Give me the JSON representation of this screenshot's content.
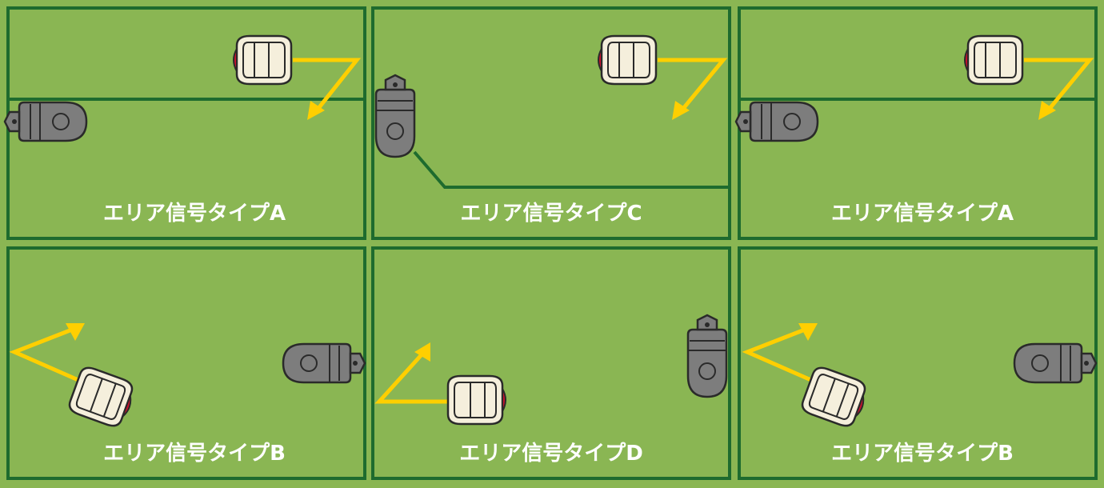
{
  "colors": {
    "lawn": "#8ab653",
    "grass": "#8ab653",
    "border": "#1e6b2e",
    "arrow": "#ffcf00",
    "robot_body": "#f5efdc",
    "robot_accent": "#c8102e",
    "station": "#7d7d7d",
    "label": "#ffffff"
  },
  "panels": [
    {
      "label": "エリア信号タイプA"
    },
    {
      "label": "エリア信号タイプC"
    },
    {
      "label": "エリア信号タイプA"
    },
    {
      "label": "エリア信号タイプB"
    },
    {
      "label": "エリア信号タイプD"
    },
    {
      "label": "エリア信号タイプB"
    }
  ]
}
